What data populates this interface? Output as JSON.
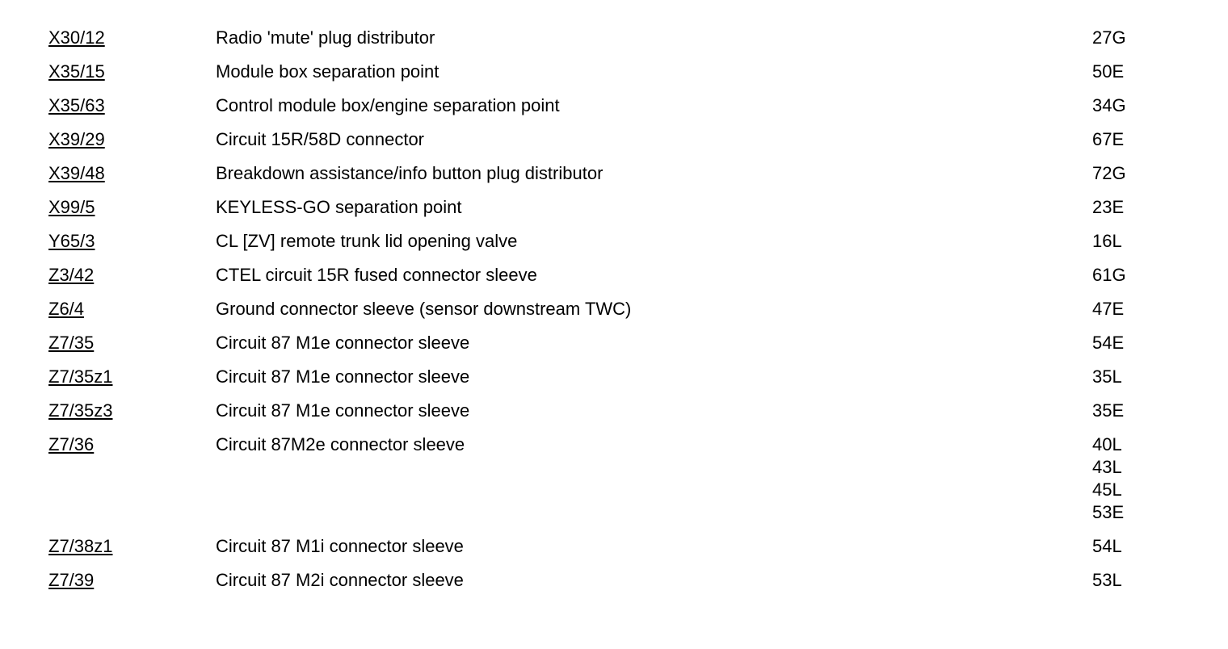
{
  "components": [
    {
      "code": "X30/12",
      "description": "Radio 'mute' plug distributor",
      "refs": [
        "27G"
      ]
    },
    {
      "code": "X35/15",
      "description": "Module box separation point",
      "refs": [
        "50E"
      ]
    },
    {
      "code": "X35/63",
      "description": "Control module box/engine separation point",
      "refs": [
        "34G"
      ]
    },
    {
      "code": "X39/29",
      "description": "Circuit 15R/58D connector",
      "refs": [
        "67E"
      ]
    },
    {
      "code": "X39/48",
      "description": "Breakdown assistance/info button plug distributor",
      "refs": [
        "72G"
      ]
    },
    {
      "code": "X99/5",
      "description": "KEYLESS-GO separation point",
      "refs": [
        "23E"
      ]
    },
    {
      "code": "Y65/3",
      "description": "CL [ZV] remote trunk lid opening valve",
      "refs": [
        "16L"
      ]
    },
    {
      "code": "Z3/42",
      "description": "CTEL circuit 15R fused connector sleeve",
      "refs": [
        "61G"
      ]
    },
    {
      "code": "Z6/4",
      "description": "Ground connector sleeve (sensor downstream TWC)",
      "refs": [
        "47E"
      ]
    },
    {
      "code": "Z7/35",
      "description": "Circuit 87 M1e connector sleeve",
      "refs": [
        "54E"
      ]
    },
    {
      "code": "Z7/35z1",
      "description": "Circuit 87 M1e connector sleeve",
      "refs": [
        "35L"
      ]
    },
    {
      "code": "Z7/35z3",
      "description": "Circuit 87 M1e connector sleeve",
      "refs": [
        "35E"
      ]
    },
    {
      "code": "Z7/36",
      "description": "Circuit 87M2e connector sleeve",
      "refs": [
        "40L",
        "43L",
        "45L",
        "53E"
      ]
    },
    {
      "code": "Z7/38z1",
      "description": "Circuit 87 M1i connector sleeve",
      "refs": [
        "54L"
      ]
    },
    {
      "code": "Z7/39",
      "description": "Circuit 87 M2i connector sleeve",
      "refs": [
        "53L"
      ]
    }
  ]
}
